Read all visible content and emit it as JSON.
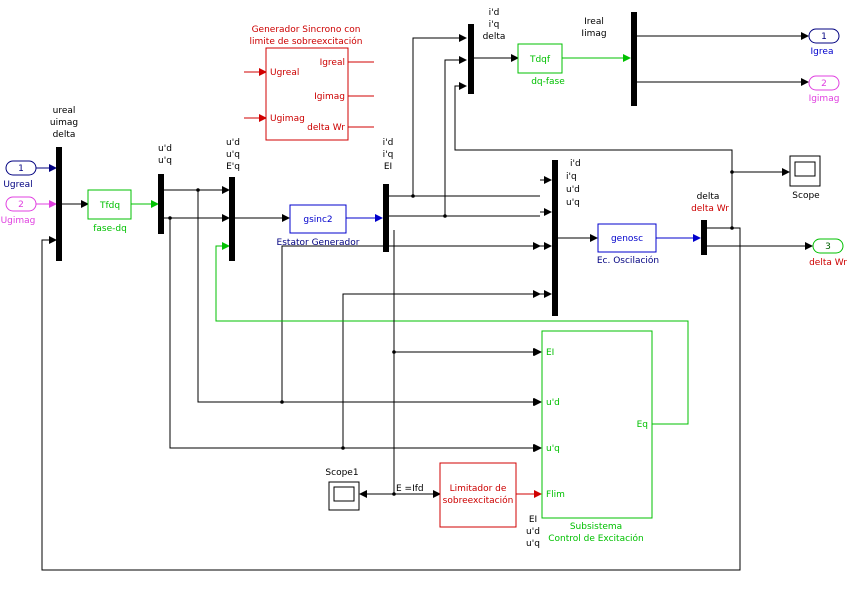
{
  "colors": {
    "line": "#000000",
    "green": "#00c000",
    "red": "#d00000",
    "blue": "#0000cc",
    "navy": "#000080",
    "magenta": "#e040e0",
    "darkred": "#cc0000"
  },
  "inports": [
    {
      "number": "1",
      "label": "Ugreal"
    },
    {
      "number": "2",
      "label": "Ugimag"
    }
  ],
  "outports": [
    {
      "number": "1",
      "label": "Igrea"
    },
    {
      "number": "2",
      "label": "Igimag"
    },
    {
      "number": "3",
      "label": "delta Wr"
    }
  ],
  "mux_labels": {
    "m1": [
      "ureal",
      "uimag",
      "delta"
    ],
    "m2": [
      "u'd",
      "u'q"
    ],
    "m3": [
      "u'd",
      "u'q",
      "E'q"
    ],
    "m4": [
      "i'd",
      "i'q",
      "EI"
    ],
    "m5": [
      "i'd",
      "i'q",
      "delta"
    ],
    "m6": [
      "Ireal",
      "Iimag"
    ],
    "m7": [
      "i'd",
      "i'q",
      "u'd",
      "u'q"
    ],
    "m8": [
      "delta",
      "delta Wr"
    ],
    "sub_bottom": [
      "EI",
      "u'd",
      "u'q"
    ]
  },
  "blocks": {
    "tfdq": {
      "text": "Tfdq",
      "caption": "fase-dq"
    },
    "tdqf": {
      "text": "Tdqf",
      "caption": "dq-fase"
    },
    "gsinc": {
      "text": "gsinc2",
      "caption": "Estator Generador"
    },
    "genosc": {
      "text": "genosc",
      "caption": "Ec. Oscilación"
    },
    "gen_sinc": {
      "title_line1": "Generador Sincrono con",
      "title_line2": "limite de sobreexcitación",
      "in1": "Ugreal",
      "in2": "Ugimag",
      "out1": "Igreal",
      "out2": "Igimag",
      "out3": "delta Wr"
    },
    "limitador": {
      "line1": "Limitador de",
      "line2": "sobreexcitación"
    },
    "subsistema": {
      "in1": "EI",
      "in2": "u'd",
      "in3": "u'q",
      "in4": "Flim",
      "out1": "Eq",
      "caption1": "Subsistema",
      "caption2": "Control de Excitación"
    },
    "scope": {
      "caption": "Scope"
    },
    "scope1": {
      "caption": "Scope1"
    }
  },
  "signal_labels": {
    "e_ifd": "E =Ifd"
  }
}
